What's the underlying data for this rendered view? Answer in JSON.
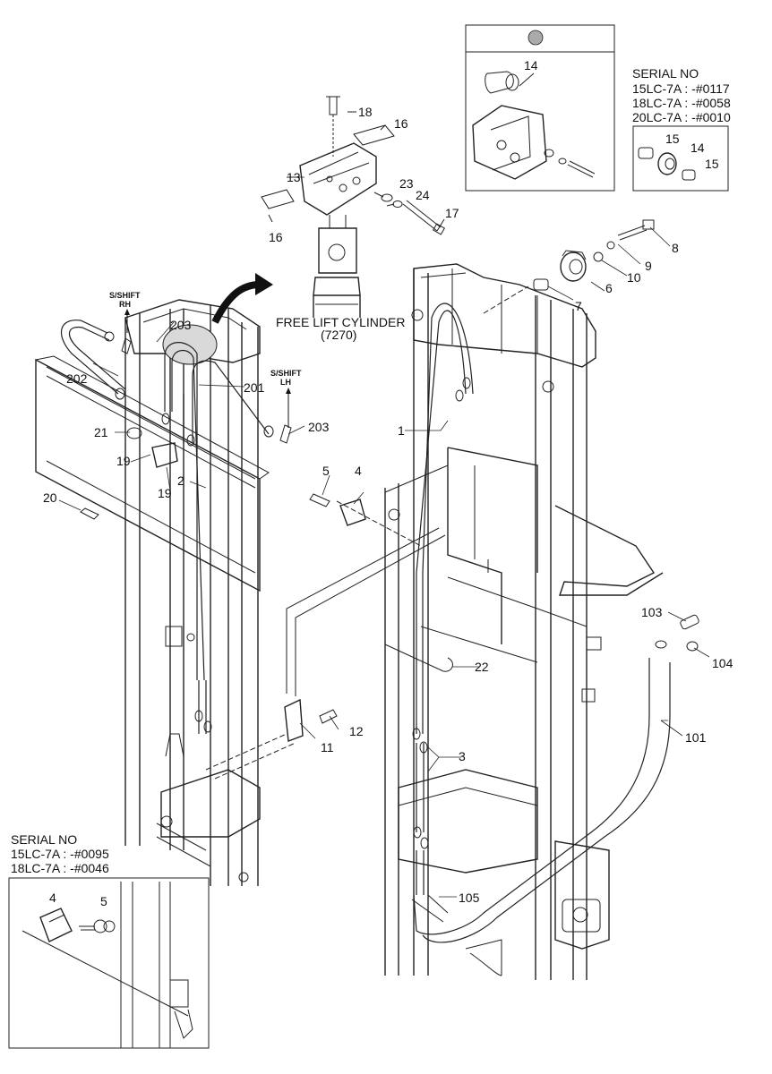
{
  "serial_box_top": {
    "title": "SERIAL NO",
    "lines": [
      "15LC-7A : -#0117",
      "18LC-7A : -#0058",
      "20LC-7A : -#0010"
    ],
    "inset_callouts": [
      "15",
      "14",
      "15"
    ]
  },
  "serial_box_bottom": {
    "title": "SERIAL NO",
    "lines": [
      "15LC-7A : -#0095",
      "18LC-7A : -#0046"
    ],
    "inset_callouts": [
      "4",
      "5"
    ]
  },
  "top_inset": {
    "callouts": [
      "14"
    ]
  },
  "free_lift_cylinder": {
    "label": "FREE LIFT CYLINDER",
    "code": "(7270)"
  },
  "shift_labels": {
    "rh": {
      "line1": "S/SHIFT",
      "line2": "RH"
    },
    "lh": {
      "line1": "S/SHIFT",
      "line2": "LH"
    }
  },
  "callouts": {
    "c1": "1",
    "c2": "2",
    "c3": "3",
    "c4": "4",
    "c5": "5",
    "c6": "6",
    "c7": "7",
    "c8": "8",
    "c9": "9",
    "c10": "10",
    "c11": "11",
    "c12": "12",
    "c13": "13",
    "c16a": "16",
    "c16b": "16",
    "c17": "17",
    "c18": "18",
    "c19a": "19",
    "c19b": "19",
    "c20": "20",
    "c21": "21",
    "c22": "22",
    "c23": "23",
    "c24": "24",
    "c101": "101",
    "c103": "103",
    "c104": "104",
    "c105": "105",
    "c201": "201",
    "c202": "202",
    "c203a": "203",
    "c203b": "203"
  }
}
